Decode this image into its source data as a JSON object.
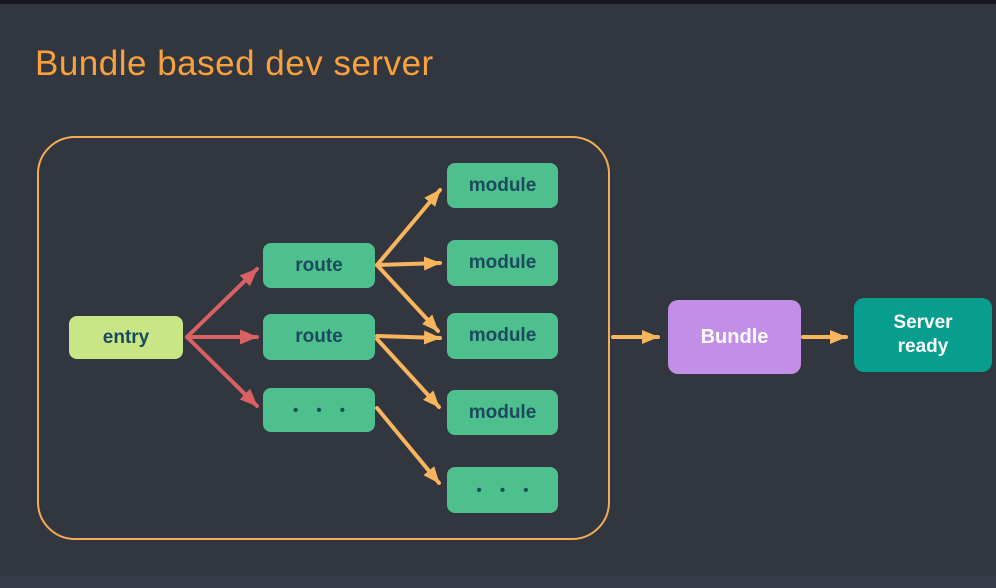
{
  "title": "Bundle based dev server",
  "colors": {
    "background": "#31363f",
    "top-strip": "#16181d",
    "bottom-strip": "#363c47",
    "title-orange": "#f9a13d",
    "container-border": "#f5ad55",
    "arrow-red": "#d96161",
    "arrow-orange": "#f9b45e",
    "entry-bg": "#c9e687",
    "node-green": "#4ec08d",
    "node-text-dark": "#1b4a5e",
    "bundle-purple": "#c28fe6",
    "server-teal": "#079e8e",
    "text-white": "#fcfcfc"
  },
  "diagram": {
    "nodes": {
      "entry": {
        "label": "entry"
      },
      "route1": {
        "label": "route"
      },
      "route2": {
        "label": "route"
      },
      "route_more": {
        "label": "• • •"
      },
      "module1": {
        "label": "module"
      },
      "module2": {
        "label": "module"
      },
      "module3": {
        "label": "module"
      },
      "module4": {
        "label": "module"
      },
      "module_more": {
        "label": "• • •"
      },
      "bundle": {
        "label": "Bundle"
      },
      "server": {
        "label": "Server\nready"
      }
    }
  }
}
